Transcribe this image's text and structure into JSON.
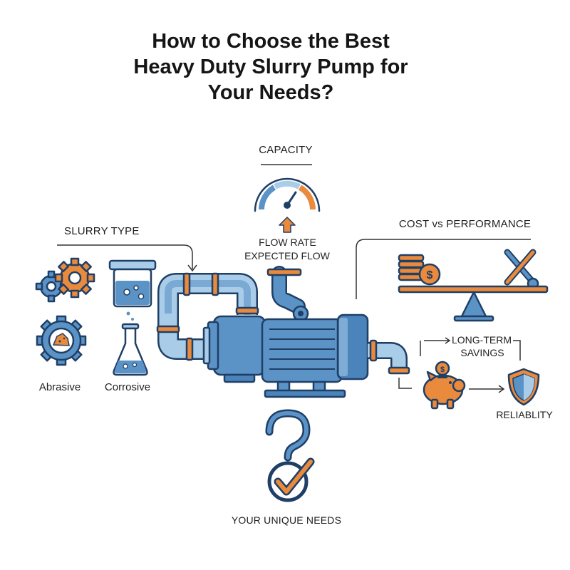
{
  "title": {
    "line1": "How to Choose the Best",
    "line2": "Heavy Duty Slurry Pump for",
    "line3": "Your Needs?"
  },
  "capacity": {
    "heading": "CAPACITY",
    "flow_rate": "FLOW RATE",
    "expected_flow": "EXPECTED FLOW"
  },
  "slurry": {
    "heading": "SLURRY TYPE",
    "abrasive": "Abrasive",
    "corrosive": "Corrosive"
  },
  "cost": {
    "heading": "COST vs PERFORMANCE",
    "long_term": "LONG-TERM",
    "savings": "SAVINGS",
    "reliability": "RELIABLITY"
  },
  "needs": {
    "label": "YOUR UNIQUE NEEDS"
  },
  "colors": {
    "blue": "#5b93c7",
    "dark_blue": "#1f3f66",
    "orange": "#e98a3c",
    "light_blue": "#a9cde9"
  },
  "icons": [
    "gear-icon",
    "beaker-icon",
    "flask-icon",
    "gauge-icon",
    "arrow-up-icon",
    "coins-icon",
    "wrench-screwdriver-icon",
    "seesaw-scale-icon",
    "piggy-bank-icon",
    "shield-icon",
    "question-mark-icon",
    "checkmark-icon",
    "pump-icon"
  ]
}
